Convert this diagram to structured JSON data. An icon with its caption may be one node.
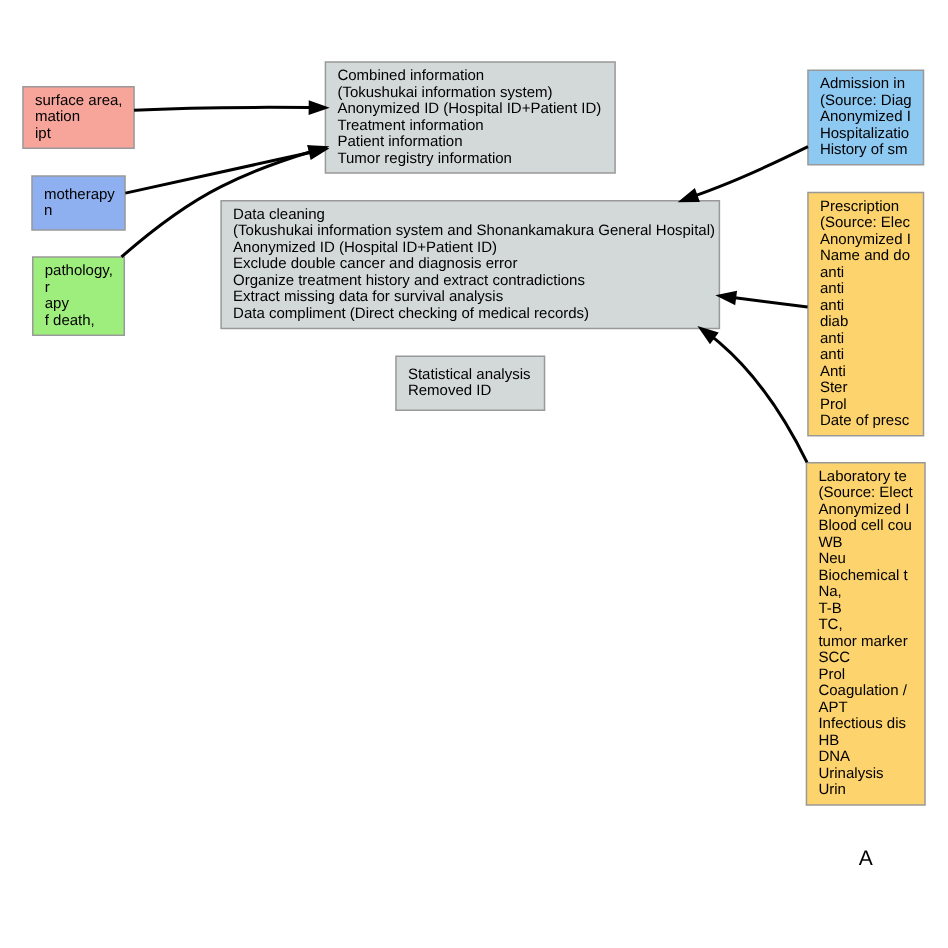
{
  "diagram": {
    "nodes": [
      {
        "text": [
          "surface area,",
          "mation",
          "ipt"
        ]
      },
      {
        "text": [
          "motherapy",
          "n"
        ]
      },
      {
        "text": [
          "pathology,",
          "r",
          "apy",
          "f death,"
        ]
      },
      {
        "text": [
          "Combined information",
          "(Tokushukai information system)",
          "Anonymized ID (Hospital ID+Patient ID)",
          "Treatment information",
          "Patient information",
          "Tumor registry information"
        ]
      },
      {
        "text": [
          "Data cleaning",
          "(Tokushukai information system and Shonankamakura General Hospital)",
          "Anonymized ID (Hospital ID+Patient ID)",
          "Exclude double cancer and diagnosis error",
          "Organize treatment history and extract contradictions",
          "Extract missing data for survival analysis",
          "Data compliment (Direct checking of medical records)"
        ]
      },
      {
        "text": [
          "Statistical analysis",
          "Removed ID"
        ]
      },
      {
        "text": [
          "Admission in",
          "(Source: Diag",
          "Anonymized I",
          "Hospitalizatio",
          "History of sm"
        ]
      },
      {
        "text": [
          "Prescription",
          "(Source: Elec",
          "Anonymized I",
          "Name and do",
          "anti",
          "anti",
          "anti",
          "diab",
          "anti",
          "anti",
          "Anti",
          "Ster",
          "Prol",
          "Date of presc"
        ]
      },
      {
        "text": [
          "Laboratory te",
          "(Source: Elect",
          "Anonymized I",
          "Blood cell cou",
          "WB",
          "Neu",
          "Biochemical t",
          "Na,",
          "T-B",
          "TC,",
          "tumor marker",
          "SCC",
          "Prol",
          "Coagulation /",
          "APT",
          "Infectious dis",
          "HB",
          "DNA",
          "Urinalysis",
          "Urin"
        ]
      }
    ],
    "edges": [
      {
        "from": 0,
        "to": 3,
        "arrow": "to"
      },
      {
        "from": 1,
        "to": 3,
        "arrow": "to"
      },
      {
        "from": 2,
        "to": 3,
        "arrow": "to"
      },
      {
        "from": 6,
        "to": 4,
        "arrow": "to"
      },
      {
        "from": 7,
        "to": 4,
        "arrow": "to"
      },
      {
        "from": 8,
        "to": 4,
        "arrow": "to"
      }
    ],
    "labels": [
      "A"
    ]
  }
}
